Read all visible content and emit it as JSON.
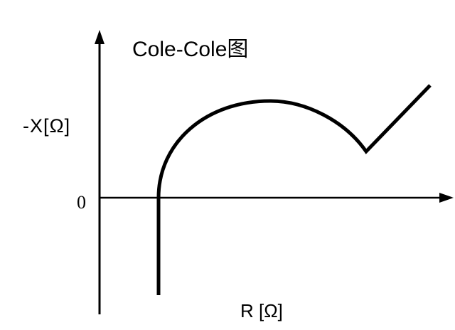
{
  "diagram": {
    "title": "Cole-Cole图",
    "y_axis_label": "-X[Ω]",
    "x_axis_label": "R [Ω]",
    "origin_label": "0",
    "colors": {
      "background": "#ffffff",
      "stroke": "#000000"
    }
  },
  "chart_data": {
    "type": "line",
    "title": "Cole-Cole图",
    "xlabel": "R [Ω]",
    "ylabel": "-X[Ω]",
    "y_ticks": [
      "0"
    ],
    "grid": false,
    "legend": null,
    "description": "Schematic Nyquist (Cole-Cole) plot: a vertical inductive tail below zero, a semicircular arc above the real axis, then a straight diffusion (Warburg) line rising at ~45°.",
    "segments": [
      {
        "name": "inductive tail",
        "shape": "vertical line",
        "from": [
          223,
          415
        ],
        "to": [
          223,
          278
        ]
      },
      {
        "name": "semicircle arc",
        "shape": "arc",
        "from": [
          223,
          278
        ],
        "peak": [
          380,
          142
        ],
        "to": [
          515,
          213
        ]
      },
      {
        "name": "diffusion line",
        "shape": "straight line",
        "from": [
          515,
          213
        ],
        "to": [
          605,
          120
        ]
      }
    ]
  }
}
